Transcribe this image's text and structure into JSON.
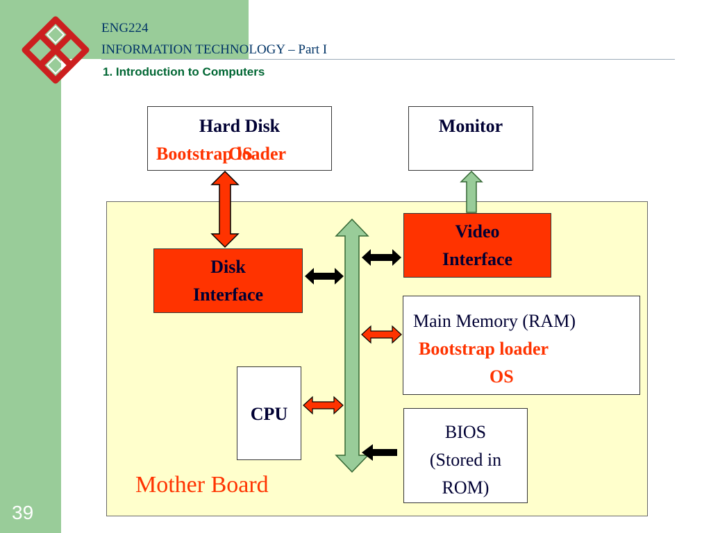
{
  "header": {
    "course_code": "ENG224",
    "course_title": "INFORMATION TECHNOLOGY – Part I",
    "chapter": "1. Introduction to Computers"
  },
  "page_number": "39",
  "diagram": {
    "hard_disk": {
      "title": "Hard Disk",
      "line1": "Bootstrap loader",
      "line2": "OS"
    },
    "monitor": {
      "title": "Monitor"
    },
    "motherboard_label": "Mother Board",
    "disk_interface": {
      "line1": "Disk",
      "line2": "Interface"
    },
    "video_interface": {
      "line1": "Video",
      "line2": "Interface"
    },
    "main_memory": {
      "title": "Main Memory (RAM)",
      "line1": "Bootstrap loader",
      "line2": "OS"
    },
    "cpu": {
      "title": "CPU"
    },
    "bios": {
      "line1": "BIOS",
      "line2": "(Stored in",
      "line3": "ROM)"
    }
  },
  "colors": {
    "sidebar": "#99cc99",
    "highlight_red": "#ff3300",
    "motherboard_fill": "#ffffcc",
    "bus_green": "#99cc99"
  },
  "icons": [
    "polyu-logo"
  ]
}
